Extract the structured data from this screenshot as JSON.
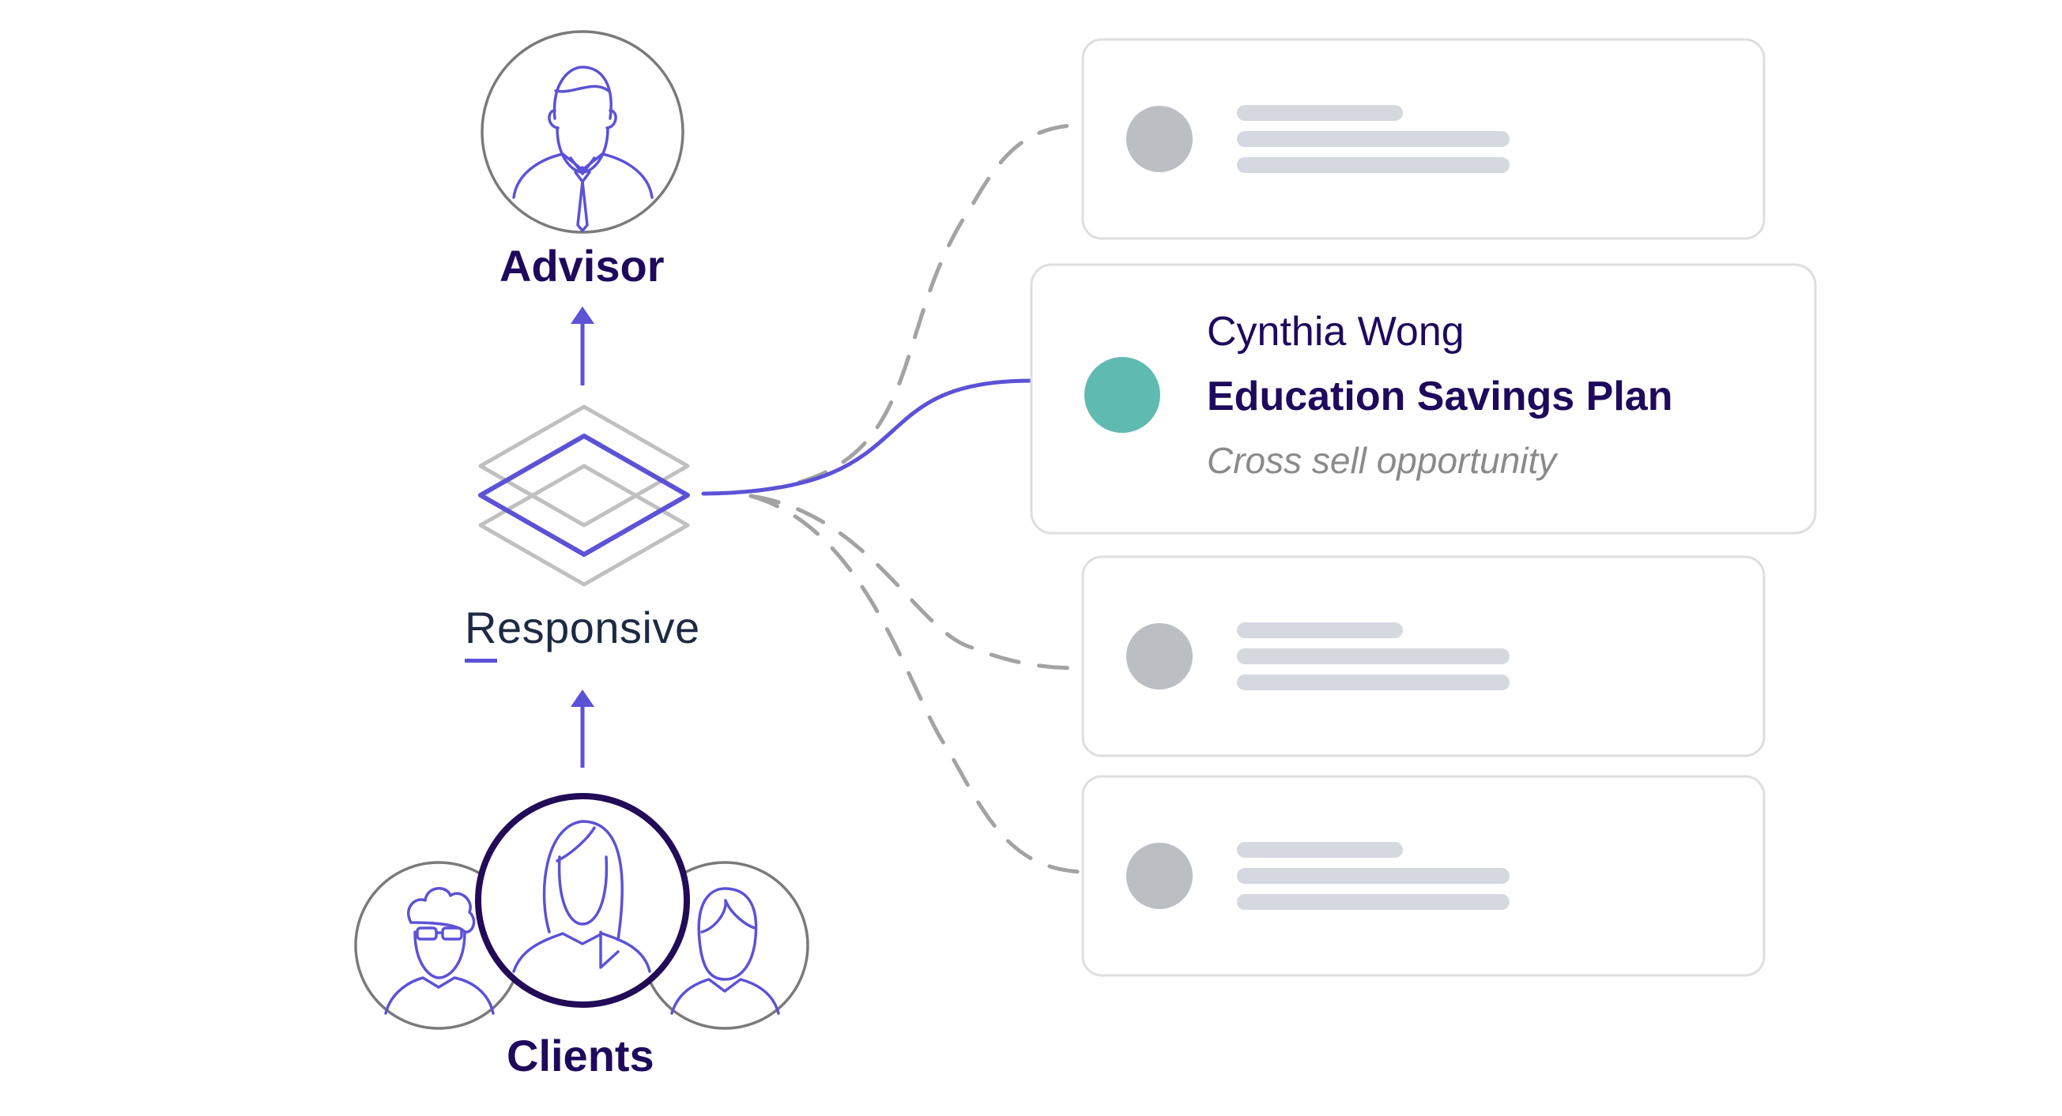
{
  "advisor": {
    "label": "Advisor"
  },
  "hub": {
    "label_initial": "R",
    "label_rest": "esponsive"
  },
  "clients": {
    "label": "Clients"
  },
  "highlight_card": {
    "name": "Cynthia Wong",
    "title": "Education Savings Plan",
    "subtitle": "Cross sell opportunity"
  },
  "colors": {
    "navy": "#1e0a5c",
    "accent": "#5b52d6",
    "teal": "#5fbbb0",
    "placeholder_dot": "#bbbec3",
    "placeholder_bar": "#d6d8df",
    "card_border": "#dedede",
    "dashed": "#a3a3a3"
  }
}
